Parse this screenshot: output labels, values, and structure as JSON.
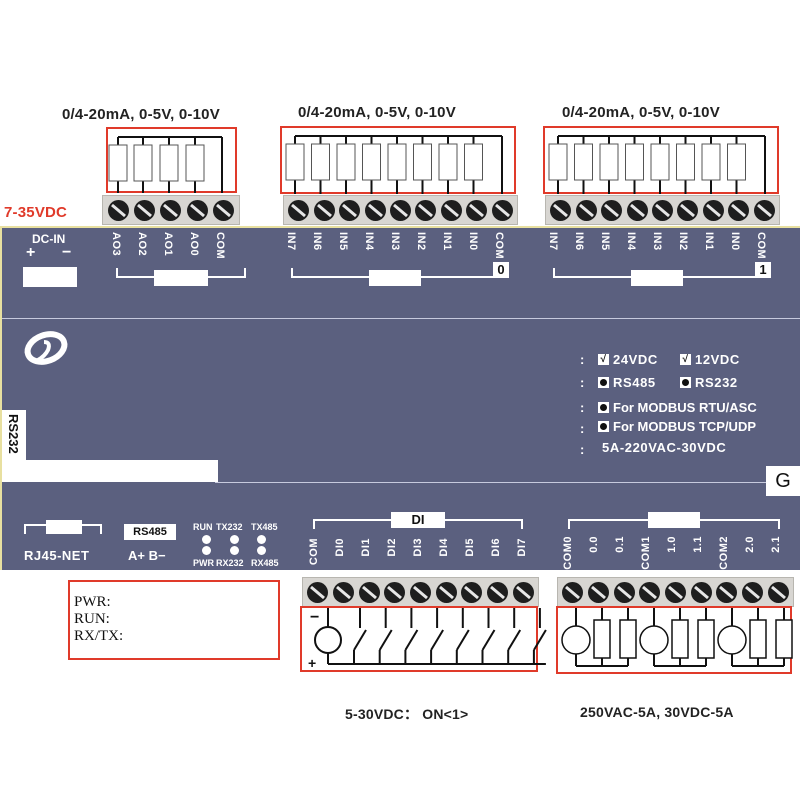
{
  "title": "I/O module terminal wiring diagram",
  "colors": {
    "panel": "#5b607f",
    "highlight_box": "#e03a2a",
    "power_label": "#e03a2a",
    "terminal_strip": "#d8d6d2",
    "screw": "#1e1e1e"
  },
  "power": {
    "voltage_label": "7-35VDC",
    "dc_in_label": "DC-IN",
    "plus": "+",
    "minus": "−"
  },
  "analog_output": {
    "range_caption": "0/4-20mA, 0-5V, 0-10V",
    "terminals": [
      "AO3",
      "AO2",
      "AO1",
      "AO0",
      "COM"
    ]
  },
  "analog_input_groups": [
    {
      "range_caption": "0/4-20mA, 0-5V, 0-10V",
      "group_number": "0",
      "terminals": [
        "IN7",
        "IN6",
        "IN5",
        "IN4",
        "IN3",
        "IN2",
        "IN1",
        "IN0",
        "COM"
      ]
    },
    {
      "range_caption": "0/4-20mA, 0-5V, 0-10V",
      "group_number": "1",
      "terminals": [
        "IN7",
        "IN6",
        "IN5",
        "IN4",
        "IN3",
        "IN2",
        "IN1",
        "IN0",
        "COM"
      ]
    }
  ],
  "options": {
    "supply": [
      {
        "label": "24VDC",
        "checked": true
      },
      {
        "label": "12VDC",
        "checked": true
      }
    ],
    "serial": [
      {
        "label": "RS485",
        "selected": true
      },
      {
        "label": "RS232",
        "selected": true
      }
    ],
    "protocols": [
      {
        "label": "For MODBUS RTU/ASC"
      },
      {
        "label": "For MODBUS TCP/UDP"
      }
    ],
    "relay_rating": "5A-220VAC-30VDC",
    "check_glyph": "√",
    "colon": ":"
  },
  "ports": {
    "rs232_label": "RS232",
    "ground_label": "G",
    "rj45_label": "RJ45-NET",
    "rs485_label": "RS485",
    "rs485_pins": "A+ B−"
  },
  "leds": {
    "top": [
      "RUN",
      "TX232",
      "TX485"
    ],
    "bottom": [
      "PWR",
      "RX232",
      "RX485"
    ]
  },
  "status_legend": [
    "PWR:",
    "RUN:",
    "RX/TX:"
  ],
  "digital_input": {
    "group_label": "DI",
    "terminals": [
      "COM",
      "DI0",
      "DI1",
      "DI2",
      "DI3",
      "DI4",
      "DI5",
      "DI6",
      "DI7"
    ],
    "caption": "5-30VDC： ON<1>",
    "source_minus": "−",
    "source_plus": "+"
  },
  "relay_output": {
    "terminals": [
      "COM0",
      "0.0",
      "0.1",
      "COM1",
      "1.0",
      "1.1",
      "COM2",
      "2.0",
      "2.1"
    ],
    "caption": "250VAC-5A, 30VDC-5A"
  }
}
